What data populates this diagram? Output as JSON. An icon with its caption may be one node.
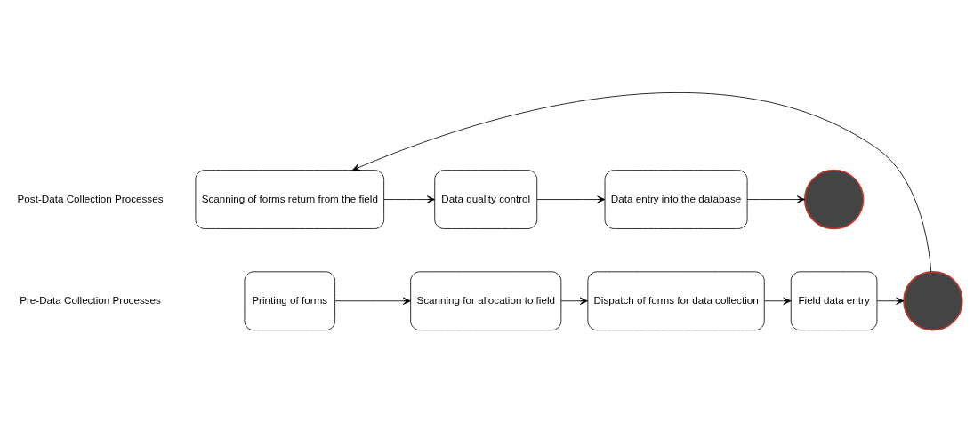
{
  "diagram": {
    "nodes": [
      {
        "text": [
          "Printing of forms"
        ]
      },
      {
        "text": [
          "Scanning for allocation to field"
        ]
      },
      {
        "text": [
          "Dispatch of forms for data collection"
        ]
      },
      {
        "text": [
          "Field data entry"
        ]
      },
      {
        "text": [],
        "shape": "circle"
      },
      {
        "text": [
          "Scanning of forms return from the field"
        ]
      },
      {
        "text": [
          "Data quality control"
        ]
      },
      {
        "text": [
          "Data entry into the database"
        ]
      },
      {
        "text": [],
        "shape": "circle"
      }
    ],
    "edges": [
      {
        "from": 0,
        "to": 1,
        "arrow": "to"
      },
      {
        "from": 1,
        "to": 2,
        "arrow": "to"
      },
      {
        "from": 2,
        "to": 3,
        "arrow": "to"
      },
      {
        "from": 3,
        "to": 4,
        "arrow": "to"
      },
      {
        "from": 4,
        "to": 5,
        "arrow": "to"
      },
      {
        "from": 5,
        "to": 6,
        "arrow": "to"
      },
      {
        "from": 6,
        "to": 7,
        "arrow": "to"
      },
      {
        "from": 7,
        "to": 8,
        "arrow": "to"
      }
    ],
    "labels": [
      "Pre-Data Collection Processes",
      "Post-Data Collection Processes"
    ]
  }
}
